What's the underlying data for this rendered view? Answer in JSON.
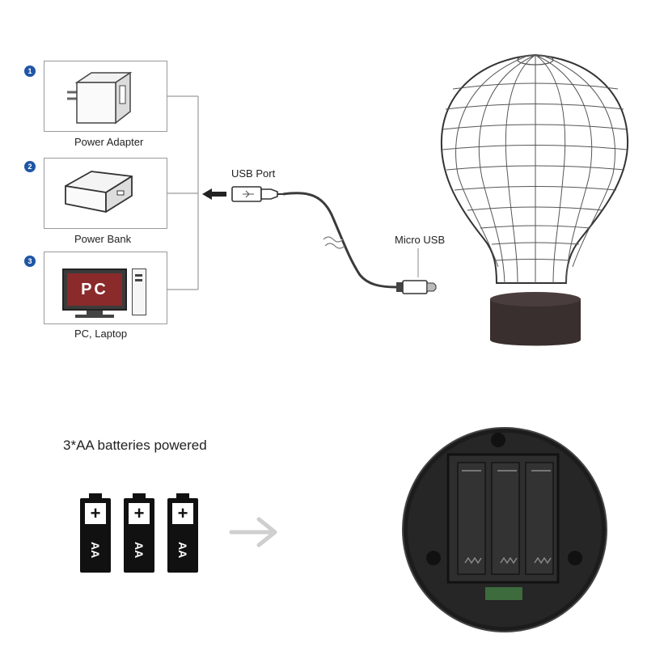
{
  "sources": [
    {
      "number": "1",
      "label": "Power Adapter",
      "icon": "power-adapter-icon"
    },
    {
      "number": "2",
      "label": "Power Bank",
      "icon": "power-bank-icon"
    },
    {
      "number": "3",
      "label": "PC, Laptop",
      "icon": "pc-icon",
      "screen_text": "PC"
    }
  ],
  "cable": {
    "usb_port_label": "USB Port",
    "micro_usb_label": "Micro USB"
  },
  "battery": {
    "title": "3*AA batteries powered",
    "cells": [
      {
        "plus": "+",
        "label": "AA"
      },
      {
        "plus": "+",
        "label": "AA"
      },
      {
        "plus": "+",
        "label": "AA"
      }
    ]
  },
  "colors": {
    "badge": "#1f56a6",
    "line": "#9a9a9a",
    "base": "#3a2f2f"
  }
}
